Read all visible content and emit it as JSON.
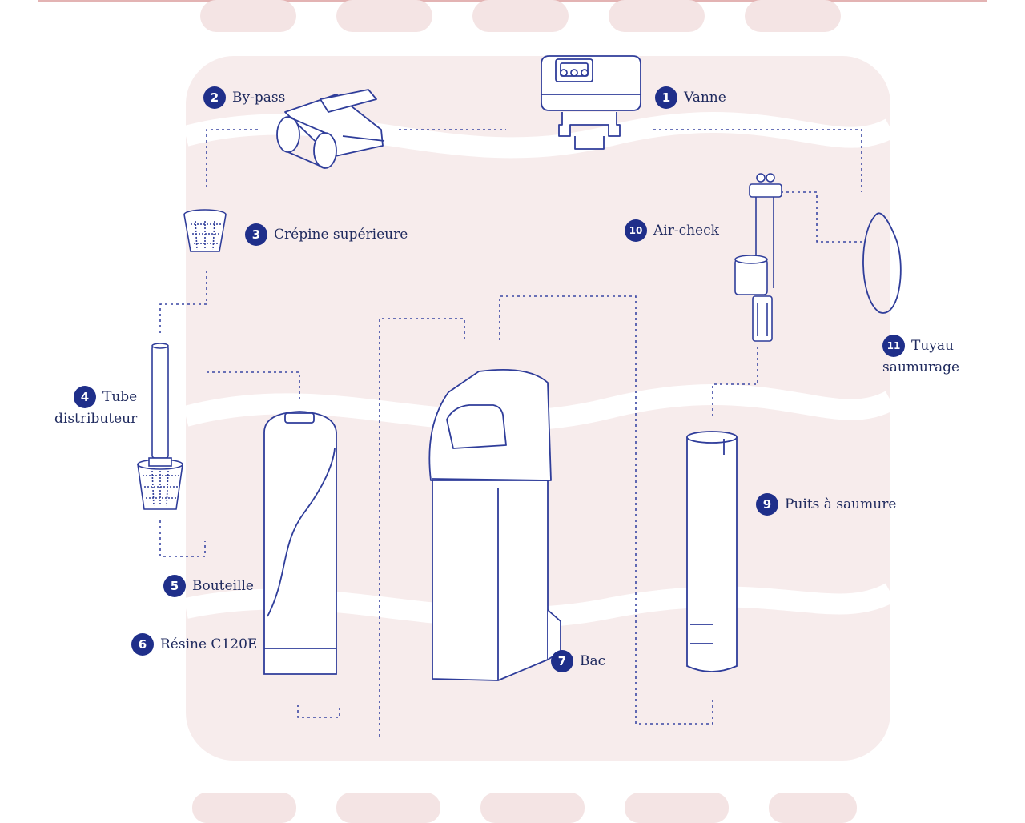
{
  "accent_color": "#1f2f8a",
  "line_color": "#2f3d9a",
  "watermark_color": "#f6eaea",
  "parts": [
    {
      "number": "1",
      "name": "Vanne",
      "icon": "control-valve-icon"
    },
    {
      "number": "2",
      "name": "By-pass",
      "icon": "bypass-icon"
    },
    {
      "number": "3",
      "name": "Crépine supérieure",
      "icon": "upper-strainer-icon"
    },
    {
      "number": "4",
      "name_lines": [
        "Tube",
        "distributeur"
      ],
      "icon": "distributor-tube-icon"
    },
    {
      "number": "5",
      "name": "Bouteille",
      "icon": "resin-tank-icon"
    },
    {
      "number": "6",
      "name": "Résine C120E"
    },
    {
      "number": "7",
      "name": "Bac",
      "icon": "brine-cabinet-icon"
    },
    {
      "number": "9",
      "name": "Puits à saumure",
      "icon": "brine-well-icon"
    },
    {
      "number": "10",
      "name": "Air-check",
      "icon": "air-check-icon"
    },
    {
      "number": "11",
      "name_lines": [
        "Tuyau",
        "saumurage"
      ],
      "icon": "brine-hose-icon"
    }
  ]
}
